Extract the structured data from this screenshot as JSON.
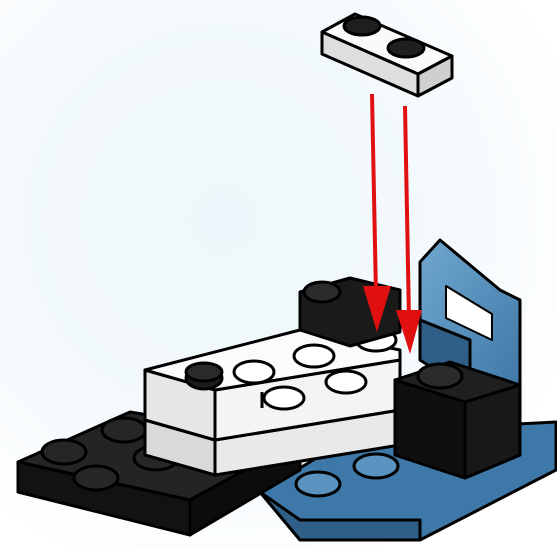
{
  "diagram": {
    "kind": "brick-building-instruction-step",
    "parts": [
      {
        "id": "falling-plate",
        "shape": "plate 1x2",
        "color": "white"
      },
      {
        "id": "black-base-plate",
        "shape": "plate 2x4",
        "color": "black"
      },
      {
        "id": "blue-base-plate",
        "shape": "plate",
        "color": "dark-azure"
      },
      {
        "id": "white-stack",
        "shape": "brick with plates",
        "color": "white"
      },
      {
        "id": "black-slope-brick",
        "shape": "slope 2x2",
        "color": "black"
      },
      {
        "id": "blue-seat",
        "shape": "seat / backrest",
        "color": "dark-azure"
      },
      {
        "id": "black-brick",
        "shape": "brick 1x1",
        "color": "black"
      }
    ],
    "arrows": [
      {
        "id": "arrow-left",
        "color": "#e01010",
        "from": "falling-plate",
        "to": "white-stack"
      },
      {
        "id": "arrow-right",
        "color": "#e01010",
        "from": "falling-plate",
        "to": "white-stack"
      }
    ],
    "colors": {
      "white": "#f2f2f2",
      "white_shade": "#d6d6d6",
      "black": "#1b1b1b",
      "black_shade": "#0a0a0a",
      "blue": "#4f8ab8",
      "blue_shade": "#2f5f86",
      "arrow": "#e01010",
      "outline": "#000000"
    }
  }
}
